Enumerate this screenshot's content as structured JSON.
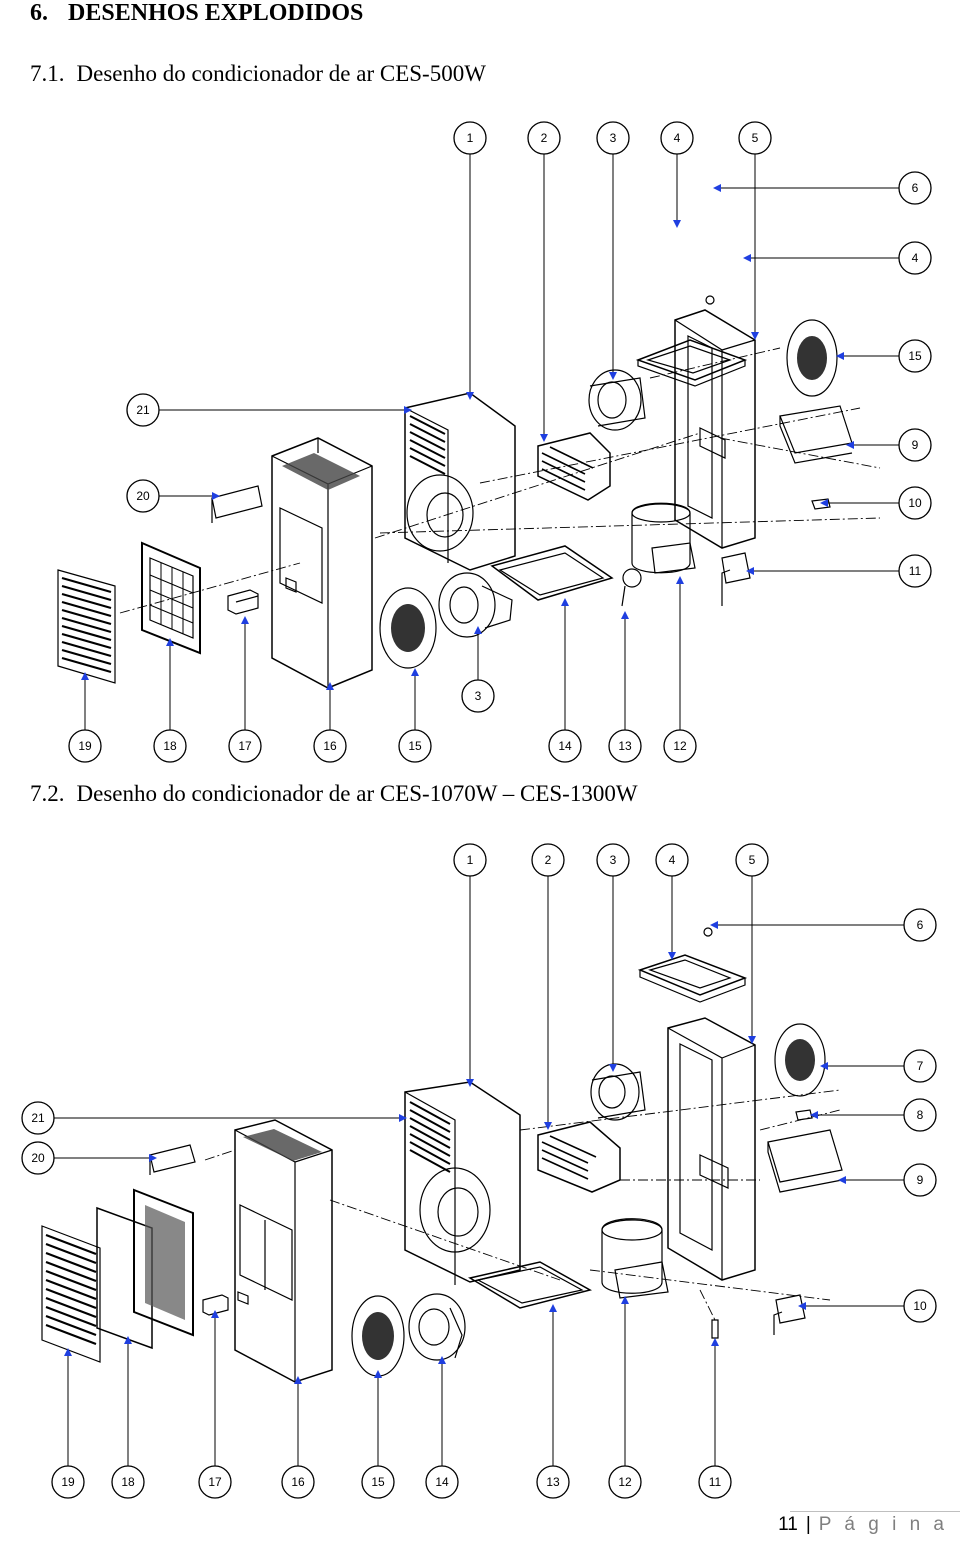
{
  "section": {
    "number": "6.",
    "title": "DESENHOS EXPLODIDOS"
  },
  "drawings": [
    {
      "number": "7.1.",
      "title": "Desenho do condicionador de ar CES-500W",
      "callouts": [
        "1",
        "2",
        "3",
        "4",
        "5",
        "6",
        "4",
        "15",
        "21",
        "9",
        "20",
        "10",
        "11",
        "3",
        "19",
        "18",
        "17",
        "16",
        "15",
        "14",
        "13",
        "12"
      ]
    },
    {
      "number": "7.2.",
      "title": "Desenho do condicionador de ar CES-1070W – CES-1300W",
      "callouts": [
        "1",
        "2",
        "3",
        "4",
        "5",
        "6",
        "7",
        "21",
        "8",
        "20",
        "9",
        "10",
        "19",
        "18",
        "17",
        "16",
        "15",
        "14",
        "13",
        "12",
        "11"
      ]
    }
  ],
  "footer": {
    "page_number": "11",
    "separator": "|",
    "page_label": "P á g i n a"
  },
  "colors": {
    "leader_arrow": "#1f3fe0",
    "line": "#000000"
  }
}
